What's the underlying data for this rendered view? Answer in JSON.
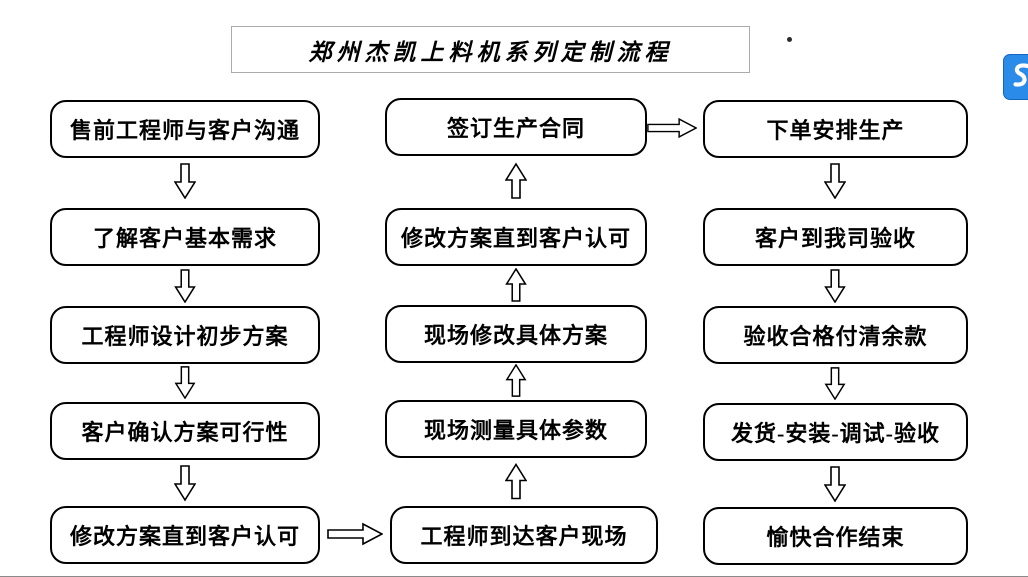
{
  "title": "郑州杰凯上料机系列定制流程",
  "flow": {
    "left": [
      "售前工程师与客户沟通",
      "了解客户基本需求",
      "工程师设计初步方案",
      "客户确认方案可行性",
      "修改方案直到客户认可"
    ],
    "middle": [
      "签订生产合同",
      "修改方案直到客户认可",
      "现场修改具体方案",
      "现场测量具体参数",
      "工程师到达客户现场"
    ],
    "right": [
      "下单安排生产",
      "客户到我司验收",
      "验收合格付清余款",
      "发货-安装-调试-验收",
      "愉快合作结束"
    ]
  },
  "colors": {
    "box_border": "#000000",
    "chat_widget_blue": "#2a8ce8"
  },
  "icons": {
    "arrow_vertical_down": "arrow-down-icon",
    "arrow_vertical_up": "arrow-up-icon",
    "arrow_horizontal_right": "arrow-right-icon",
    "chat_widget": "chat-widget-icon"
  }
}
